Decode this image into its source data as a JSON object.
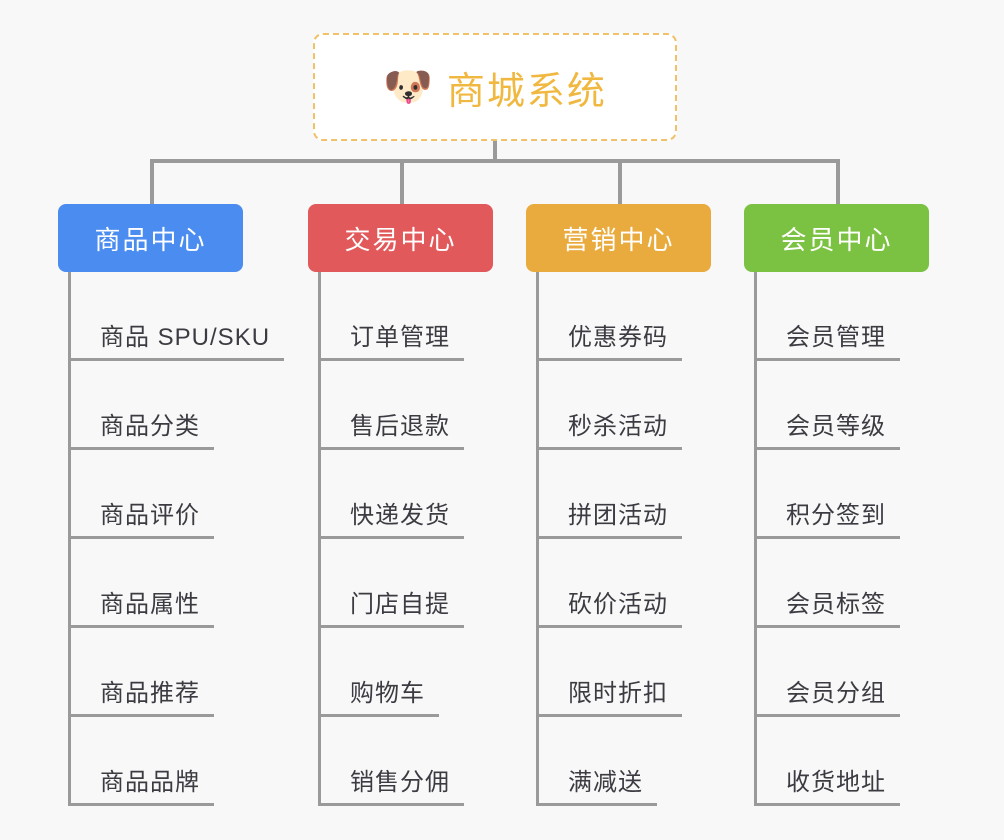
{
  "page": {
    "background_color": "#f8f8f8",
    "connector_color": "#9a9a9a"
  },
  "root": {
    "icon": "dog-face-icon",
    "icon_glyph": "🐶",
    "title": "商城系统",
    "title_color": "#f0b840",
    "border_color": "#f0c168",
    "background_color": "#ffffff"
  },
  "columns": [
    {
      "header": "商品中心",
      "color": "#4a8cf0",
      "items": [
        "商品 SPU/SKU",
        "商品分类",
        "商品评价",
        "商品属性",
        "商品推荐",
        "商品品牌"
      ]
    },
    {
      "header": "交易中心",
      "color": "#e2595b",
      "items": [
        "订单管理",
        "售后退款",
        "快递发货",
        "门店自提",
        "购物车",
        "销售分佣"
      ]
    },
    {
      "header": "营销中心",
      "color": "#e9ab3d",
      "items": [
        "优惠券码",
        "秒杀活动",
        "拼团活动",
        "砍价活动",
        "限时折扣",
        "满减送"
      ]
    },
    {
      "header": "会员中心",
      "color": "#7cc242",
      "items": [
        "会员管理",
        "会员等级",
        "积分签到",
        "会员标签",
        "会员分组",
        "收货地址"
      ]
    }
  ]
}
